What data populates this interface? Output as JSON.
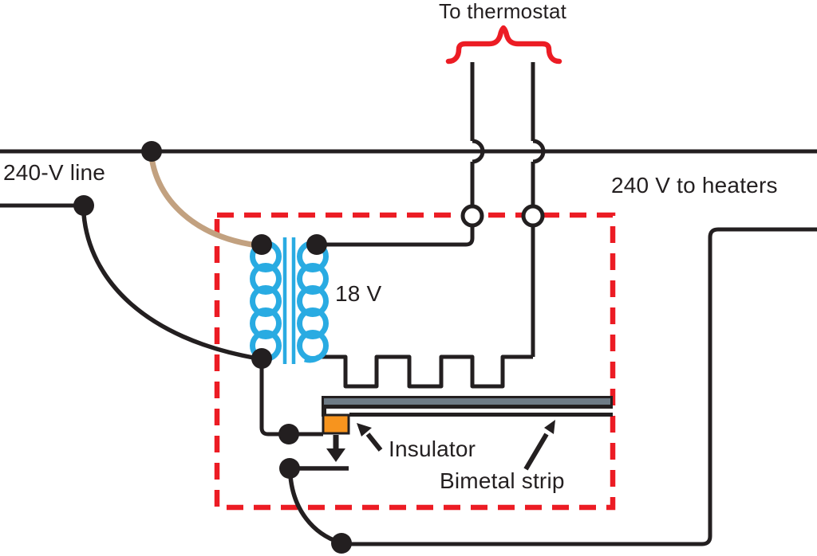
{
  "labels": {
    "to_thermostat": "To thermostat",
    "line_240v": "240-V line",
    "heaters_240v": "240 V to heaters",
    "transformer_secondary_voltage": "18 V",
    "insulator": "Insulator",
    "bimetal_strip": "Bimetal strip"
  },
  "colors": {
    "wire_black": "#231F20",
    "control_box_red": "#EC1C24",
    "coil_blue": "#29ABE2",
    "primary_wire_tan": "#C2A180",
    "insulator_orange": "#F7941E",
    "strip_gray": "#6E7B86",
    "terminal_white": "#FFFFFF",
    "background": "#FFFFFF"
  }
}
